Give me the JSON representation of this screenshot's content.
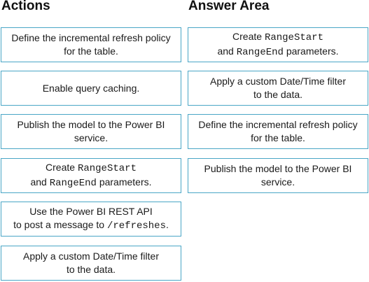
{
  "actions": {
    "heading": "Actions",
    "items": [
      {
        "line1": "Define the incremental refresh policy",
        "line2": "for the table."
      },
      {
        "line1": "Enable query caching."
      },
      {
        "line1": "Publish the model to the Power BI",
        "line2": "service."
      },
      {
        "line1_prefix": "Create ",
        "line1_code": "RangeStart",
        "line2_prefix": "and ",
        "line2_code": "RangeEnd",
        "line2_suffix": " parameters."
      },
      {
        "line1": "Use the Power BI REST API",
        "line2_prefix": "to post a message to ",
        "line2_code": "/refreshes",
        "line2_suffix": "."
      },
      {
        "line1": "Apply a custom Date/Time filter",
        "line2": "to the data."
      }
    ]
  },
  "answer_area": {
    "heading": "Answer Area",
    "items": [
      {
        "line1_prefix": "Create ",
        "line1_code": "RangeStart",
        "line2_prefix": "and ",
        "line2_code": "RangeEnd",
        "line2_suffix": " parameters."
      },
      {
        "line1": "Apply a custom Date/Time filter",
        "line2": "to the data."
      },
      {
        "line1": "Define the incremental refresh policy",
        "line2": "for the table."
      },
      {
        "line1": "Publish the model to the Power BI",
        "line2": "service."
      }
    ]
  },
  "colors": {
    "card_border": "#4aa6c6",
    "heading_text": "#111111",
    "body_text": "#1a1a1a"
  }
}
